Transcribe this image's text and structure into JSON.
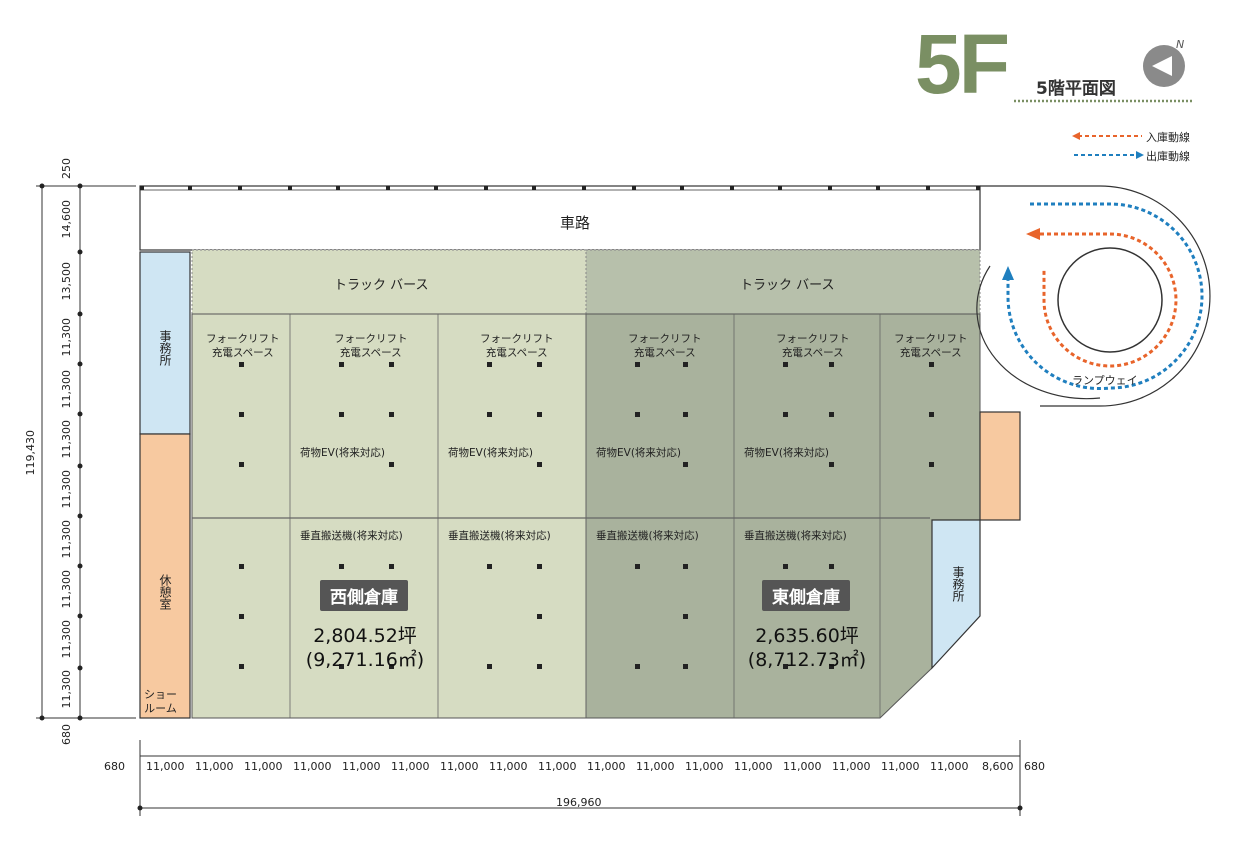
{
  "header": {
    "floor_number": "5F",
    "floor_plan_title": "5階平面図",
    "compass_label": "N"
  },
  "legend": {
    "inbound_label": "入庫動線",
    "outbound_label": "出庫動線",
    "inbound_color": "#e8642b",
    "outbound_color": "#1f7fbf"
  },
  "site": {
    "road_label": "車路",
    "truck_berth_labels": [
      "トラック バース",
      "トラック バース"
    ],
    "ramp_label": "ランプウェイ"
  },
  "forklift_areas": [
    "フォークリフト\n充電スペース",
    "フォークリフト\n充電スペース",
    "フォークリフト\n充電スペース",
    "フォークリフト\n充電スペース",
    "フォークリフト\n充電スペース",
    "フォークリフト\n充電スペース"
  ],
  "cargo_ev_labels": [
    "荷物EV(将来対応)",
    "荷物EV(将来対応)",
    "荷物EV(将来対応)",
    "荷物EV(将来対応)"
  ],
  "conveyor_labels": [
    "垂直搬送機(将来対応)",
    "垂直搬送機(将来対応)",
    "垂直搬送機(将来対応)",
    "垂直搬送機(将来対応)"
  ],
  "rooms": {
    "office_west": "事務所",
    "rest_room": "休憩室",
    "showroom": "ショー\nルーム",
    "office_east": "事務所"
  },
  "warehouses": {
    "west": {
      "name": "西側倉庫",
      "tsubo": "2,804.52坪",
      "sqm": "(9,271.16㎡)"
    },
    "east": {
      "name": "東側倉庫",
      "tsubo": "2,635.60坪",
      "sqm": "(8,712.73㎡)"
    }
  },
  "dimensions": {
    "left_segments": [
      "250",
      "14,600",
      "13,500",
      "11,300",
      "11,300",
      "11,300",
      "11,300",
      "11,300",
      "11,300",
      "11,300",
      "11,300",
      "680"
    ],
    "left_total": "119,430",
    "bottom_segments": [
      "680",
      "11,000",
      "11,000",
      "11,000",
      "11,000",
      "11,000",
      "11,000",
      "11,000",
      "11,000",
      "11,000",
      "11,000",
      "11,000",
      "11,000",
      "11,000",
      "11,000",
      "11,000",
      "11,000",
      "11,000",
      "8,600",
      "680"
    ],
    "bottom_total": "196,960"
  },
  "colors": {
    "west_fill": "#d6dcc2",
    "east_fill": "#a9b29d",
    "berth_west_fill": "#d6dcc2",
    "berth_east_fill": "#b7c0ab",
    "office_fill": "#cfe6f3",
    "rest_fill": "#f7c9a0",
    "accent_green": "#7a8f63"
  }
}
